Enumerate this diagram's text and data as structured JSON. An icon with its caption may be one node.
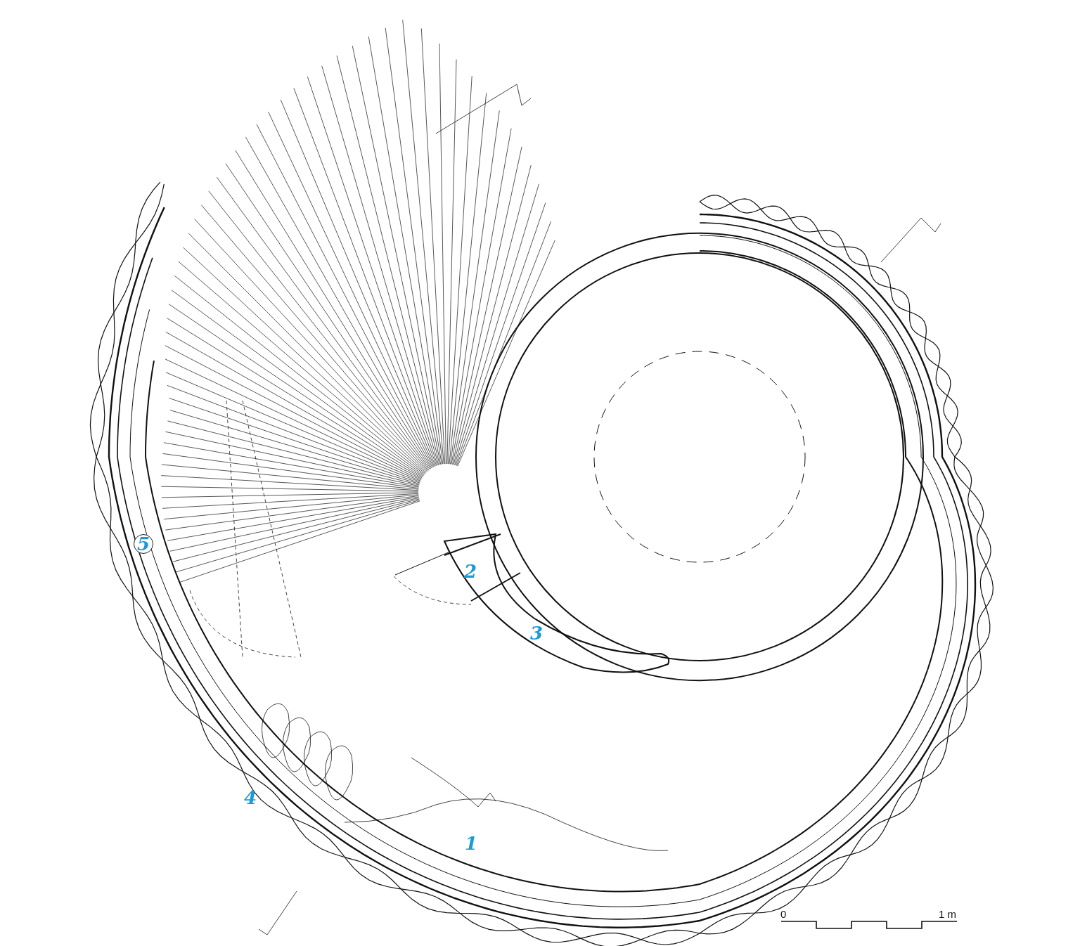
{
  "diagram": {
    "labels": [
      "5",
      "2",
      "3",
      "4",
      "1",
      "0",
      "1 m"
    ]
  }
}
